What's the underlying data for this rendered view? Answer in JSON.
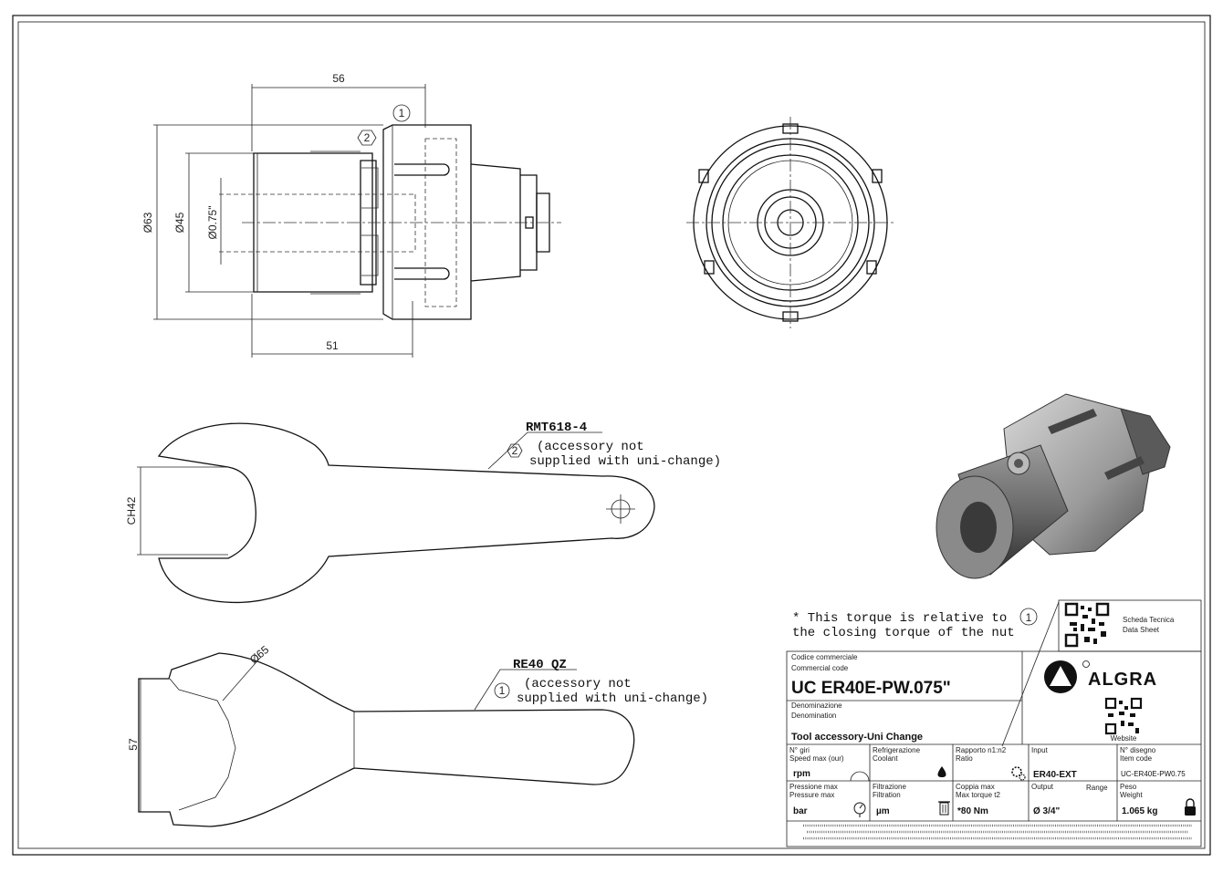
{
  "dimensions": {
    "d56": "56",
    "d51": "51",
    "dia63": "Ø63",
    "dia45": "Ø45",
    "dia075": "Ø0.75\"",
    "ch42": "CH42",
    "d57": "57",
    "dia65": "Ø65"
  },
  "balloons": {
    "one": "1",
    "two": "2"
  },
  "callouts": {
    "wrench1_code": "RMT618-4",
    "wrench1_line1": "(accessory not",
    "wrench1_line2": "supplied with uni-change)",
    "wrench2_code": "RE40 QZ",
    "wrench2_line1": "(accessory not",
    "wrench2_line2": "supplied with uni-change)"
  },
  "torque_note": {
    "line1": "* This torque is relative to",
    "line2": "the closing torque of the nut"
  },
  "title_block": {
    "datasheet_it": "Scheda Tecnica",
    "datasheet_en": "Data Sheet",
    "website": "Website",
    "brand": "ALGRA",
    "code_label_it": "Codice commerciale",
    "code_label_en": "Commercial code",
    "code_value": "UC ER40E-PW.075\"",
    "denom_label_it": "Denominazione",
    "denom_label_en": "Denomination",
    "denom_value": "Tool accessory-Uni Change",
    "cells": [
      {
        "label1": "N° giri",
        "label2": "Speed max (our)",
        "value": "rpm"
      },
      {
        "label1": "Refrigerazione",
        "label2": "Coolant",
        "value": ""
      },
      {
        "label1": "Rapporto n1:n2",
        "label2": "Ratio",
        "value": ""
      },
      {
        "label1": "Input",
        "label2": "",
        "value": "ER40-EXT"
      },
      {
        "label1": "N° disegno",
        "label2": "Item code",
        "value": "UC-ER40E-PW0.75"
      },
      {
        "label1": "Pressione max",
        "label2": "Pressure max",
        "value": "bar"
      },
      {
        "label1": "Filtrazione",
        "label2": "Filtration",
        "value": "µm"
      },
      {
        "label1": "Coppia max",
        "label2": "Max torque t2",
        "value": "*80 Nm"
      },
      {
        "label1": "Output",
        "label2": "Range",
        "value": "Ø 3/4\""
      },
      {
        "label1": "Peso",
        "label2": "Weight",
        "value": "1.065 kg"
      }
    ]
  }
}
